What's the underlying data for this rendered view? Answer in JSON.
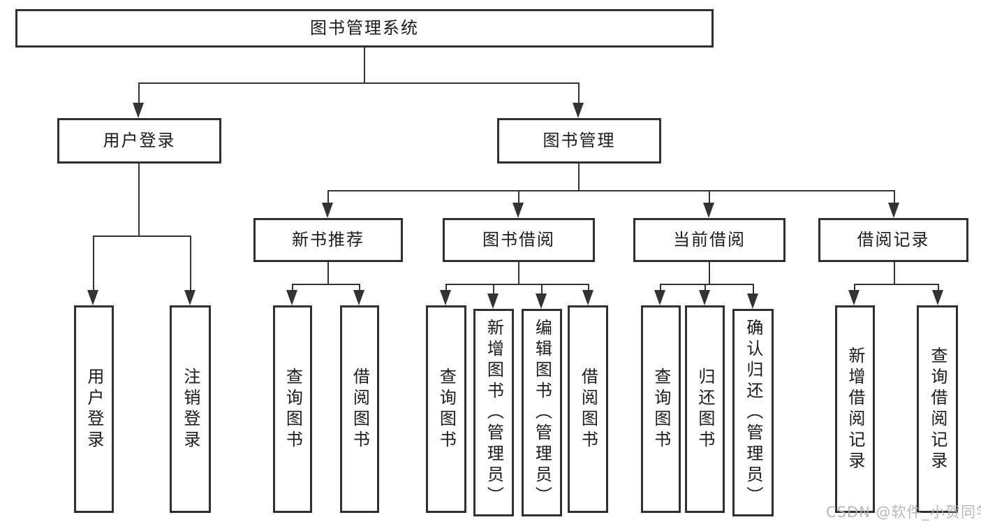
{
  "colors": {
    "line": "#333333",
    "box_border": "#2f2f2f",
    "text": "#1a1a1a",
    "watermark": "#b0b0b0",
    "background": "#ffffff"
  },
  "watermark": {
    "text": "CSDN @软件_小贺同学"
  },
  "tree": {
    "label": "图书管理系统",
    "children": [
      {
        "label": "用户登录",
        "children": [
          {
            "label": "用户登录"
          },
          {
            "label": "注销登录"
          }
        ]
      },
      {
        "label": "图书管理",
        "children": [
          {
            "label": "新书推荐",
            "children": [
              {
                "label": "查询图书"
              },
              {
                "label": "借阅图书"
              }
            ]
          },
          {
            "label": "图书借阅",
            "children": [
              {
                "label": "查询图书"
              },
              {
                "label": "新增图书（管理员）"
              },
              {
                "label": "编辑图书（管理员）"
              },
              {
                "label": "借阅图书"
              }
            ]
          },
          {
            "label": "当前借阅",
            "children": [
              {
                "label": "查询图书"
              },
              {
                "label": "归还图书"
              },
              {
                "label": "确认归还（管理员）"
              }
            ]
          },
          {
            "label": "借阅记录",
            "children": [
              {
                "label": "新增借阅记录"
              },
              {
                "label": "查询借阅记录"
              }
            ]
          }
        ]
      }
    ]
  }
}
